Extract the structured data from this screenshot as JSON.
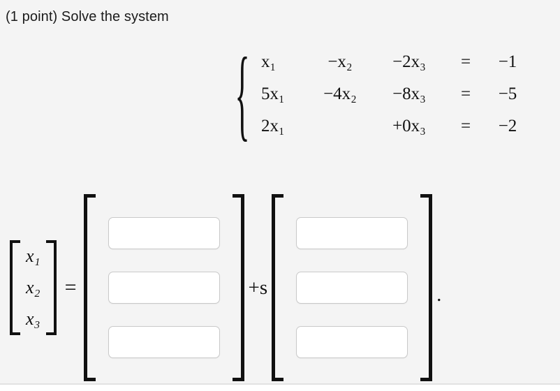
{
  "question": {
    "title": "(1 point) Solve the system"
  },
  "system": {
    "brace": "{",
    "rows": [
      {
        "term1": "x₁",
        "term2": "−x₂",
        "term3": "−2x₃",
        "eq": "=",
        "rhs": "−1"
      },
      {
        "term1": "5x₁",
        "term2": "−4x₂",
        "term3": "−8x₃",
        "eq": "=",
        "rhs": "−5"
      },
      {
        "term1": "2x₁",
        "term2": "",
        "term3": "+0x₃",
        "eq": "=",
        "rhs": "−2"
      }
    ]
  },
  "answer": {
    "unknown_vector": [
      "x₁",
      "x₂",
      "x₃"
    ],
    "equals": "=",
    "plus_s": "+s",
    "period": ".",
    "particular_vector": {
      "inputs": [
        {
          "value": "",
          "placeholder": ""
        },
        {
          "value": "",
          "placeholder": ""
        },
        {
          "value": "",
          "placeholder": ""
        }
      ]
    },
    "direction_vector": {
      "inputs": [
        {
          "value": "",
          "placeholder": ""
        },
        {
          "value": "",
          "placeholder": ""
        },
        {
          "value": "",
          "placeholder": ""
        }
      ]
    }
  },
  "colors": {
    "page_background": "#f4f4f4",
    "text": "#111111",
    "input_background": "#ffffff",
    "input_border": "#c9c9c9",
    "divider": "#e2e2e2"
  }
}
